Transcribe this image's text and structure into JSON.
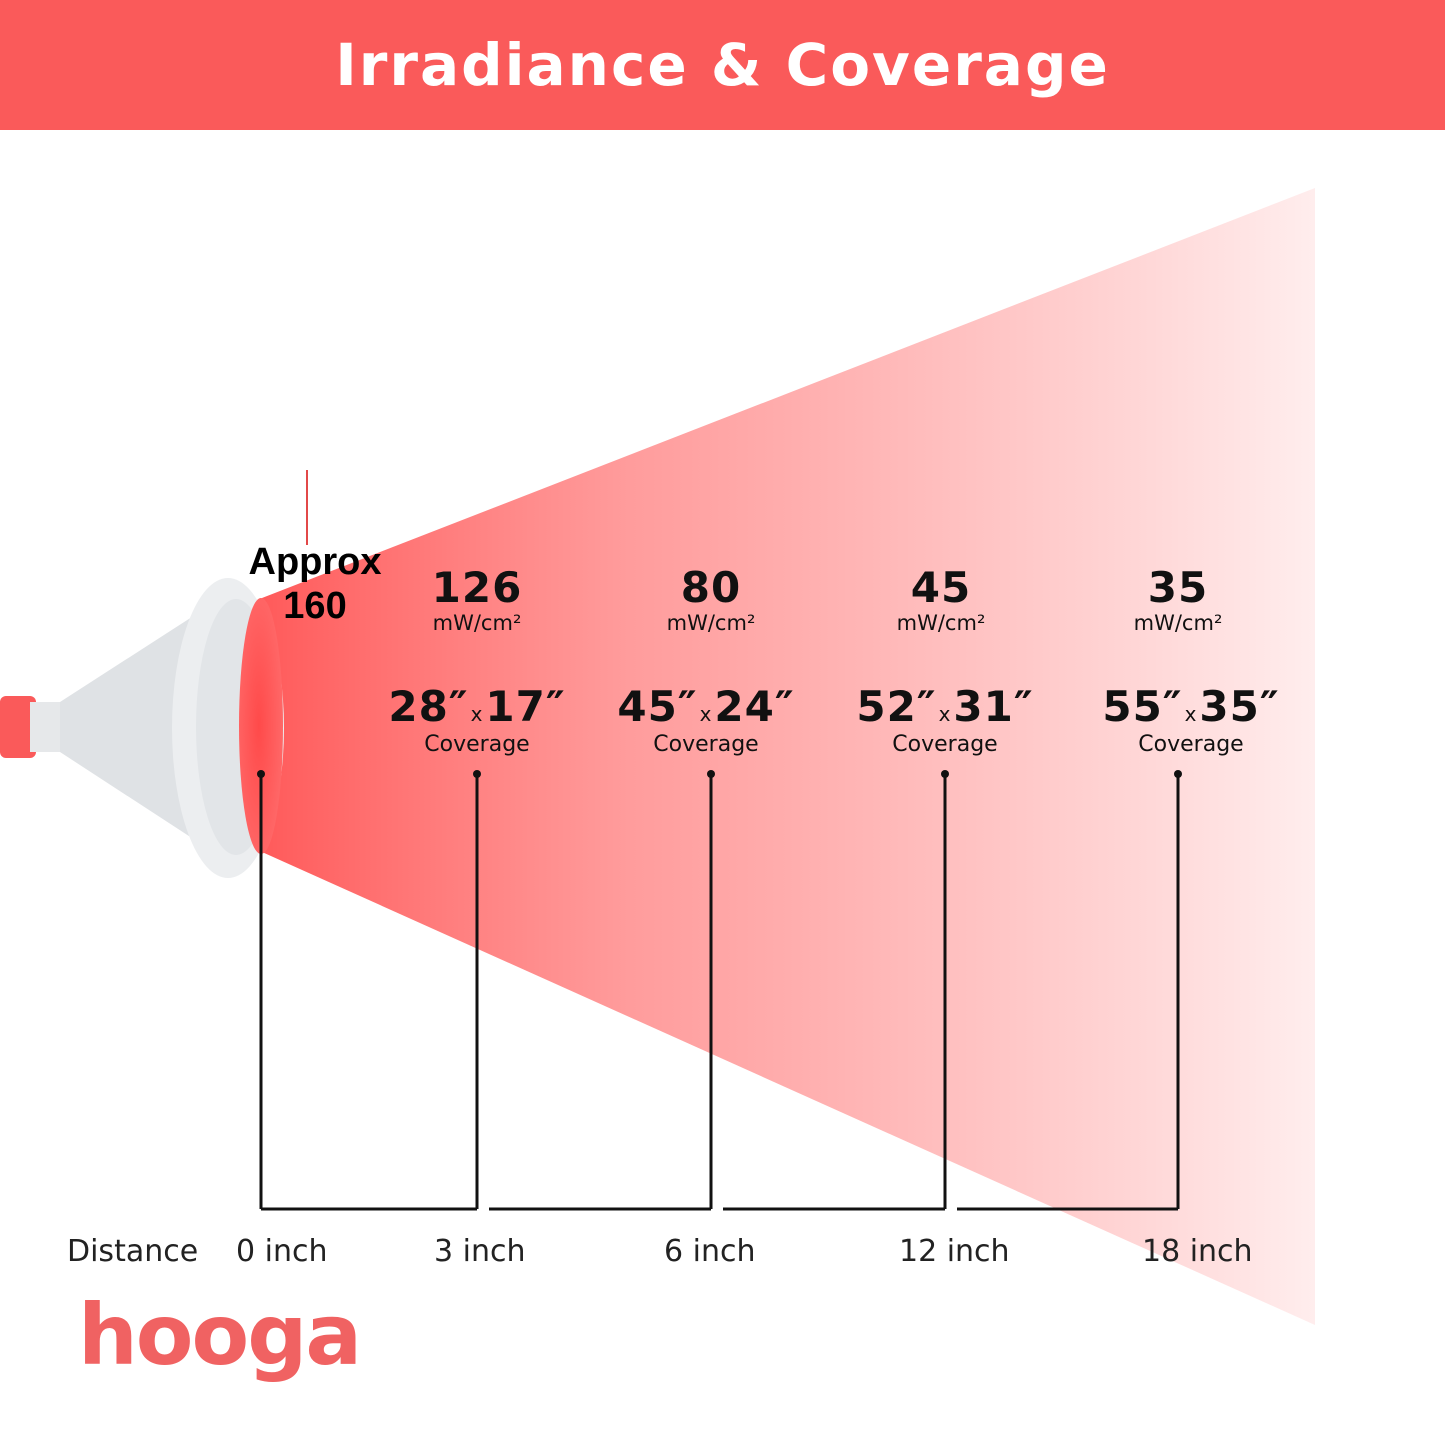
{
  "header": {
    "title": "Irradiance & Coverage"
  },
  "source": {
    "approx_label": "Approx",
    "approx_value": "160"
  },
  "readings": [
    {
      "irradiance": "126",
      "unit": "mW/cm²",
      "width": "28″",
      "times": "x",
      "height": "17″",
      "coverage_label": "Coverage"
    },
    {
      "irradiance": "80",
      "unit": "mW/cm²",
      "width": "45″",
      "times": "x",
      "height": "24″",
      "coverage_label": "Coverage"
    },
    {
      "irradiance": "45",
      "unit": "mW/cm²",
      "width": "52″",
      "times": "x",
      "height": "31″",
      "coverage_label": "Coverage"
    },
    {
      "irradiance": "35",
      "unit": "mW/cm²",
      "width": "55″",
      "times": "x",
      "height": "35″",
      "coverage_label": "Coverage"
    }
  ],
  "distance": {
    "label": "Distance",
    "values": [
      "0 inch",
      "3 inch",
      "6 inch",
      "12 inch",
      "18 inch"
    ]
  },
  "logo": {
    "text": "hooga"
  },
  "colors": {
    "brand_red": "#fa5a5a",
    "beam": "#ff5a5a",
    "lamp_body": "#e3e5e7",
    "logo": "#f06262",
    "logo_accent": "#f7a189"
  }
}
